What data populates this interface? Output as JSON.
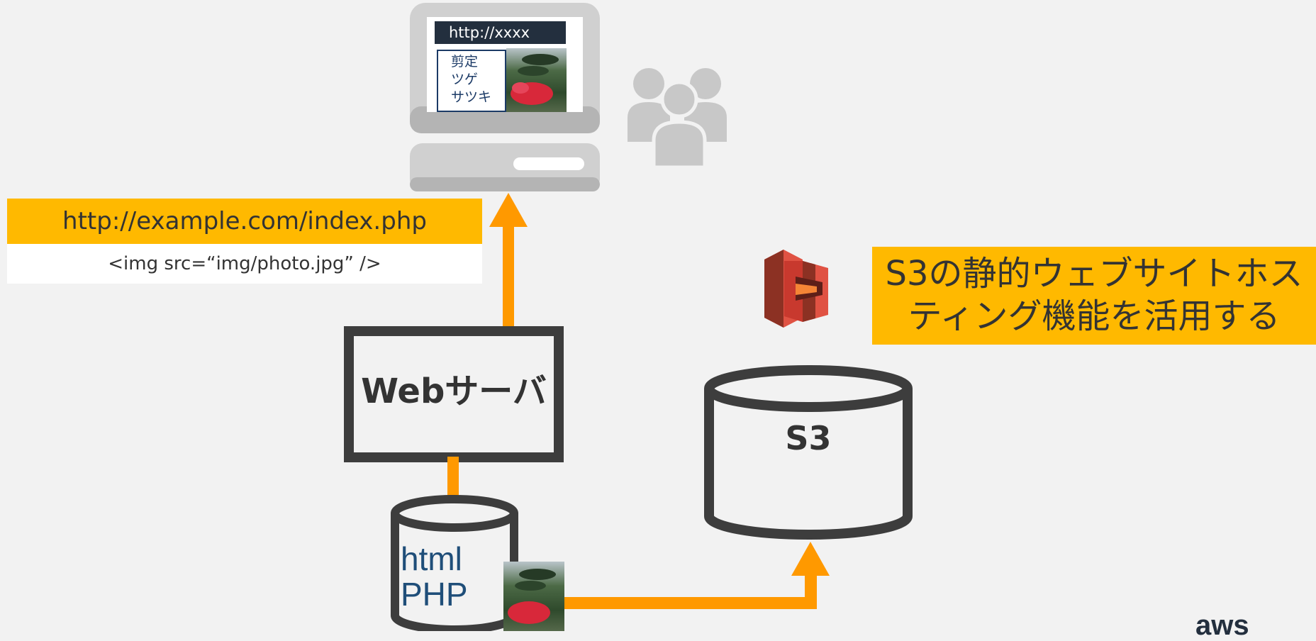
{
  "browser": {
    "url_bar": "http://xxxx",
    "menu_items": [
      "剪定",
      "ツゲ",
      "サツキ"
    ]
  },
  "request": {
    "url": "http://example.com/index.php",
    "html_snippet": "<img src=“img/photo.jpg” />"
  },
  "web_server": {
    "label": "Webサーバ"
  },
  "database": {
    "line1": "html",
    "line2": "PHP"
  },
  "s3": {
    "bucket_label": "S3",
    "callout": [
      "S3の静的ウェブサイトホス",
      "ティング機能を活用する"
    ]
  },
  "footer": {
    "logo_text": "aws"
  },
  "colors": {
    "accent": "#ffb900",
    "arrow": "#ff9900",
    "outline": "#3d3d3d",
    "s3_red": "#d13434",
    "background": "#f2f2f2"
  },
  "icons": [
    "computer-monitor-icon",
    "users-group-icon",
    "amazon-s3-icon",
    "garden-photo-icon"
  ]
}
